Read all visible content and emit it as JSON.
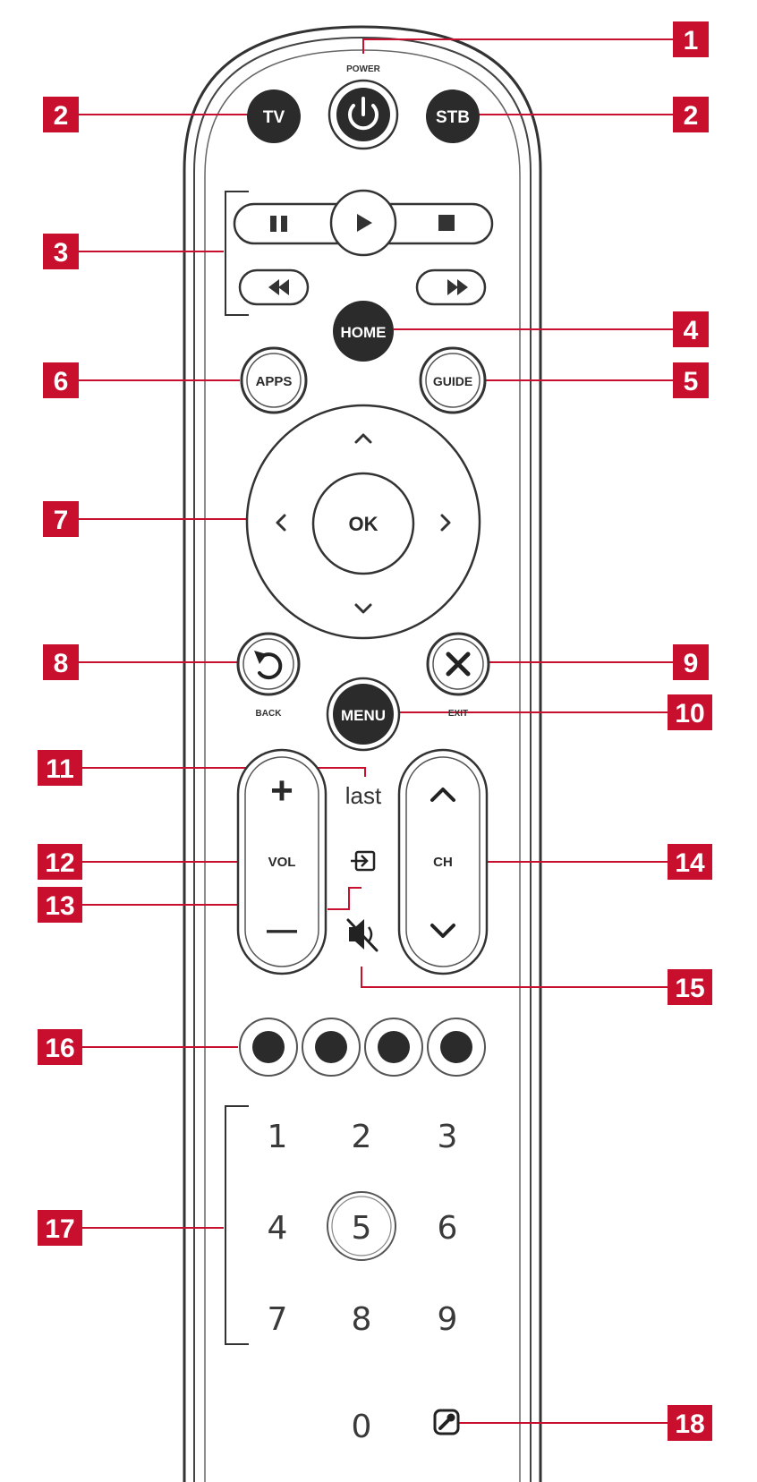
{
  "remote": {
    "power_label": "POWER",
    "tv_label": "TV",
    "stb_label": "STB",
    "home_label": "HOME",
    "apps_label": "APPS",
    "guide_label": "GUIDE",
    "ok_label": "OK",
    "back_label": "BACK",
    "exit_label": "EXIT",
    "menu_label": "MENU",
    "last_label": "last",
    "vol_label": "VOL",
    "ch_label": "CH",
    "vol_plus": "+",
    "vol_minus": "—",
    "digits": [
      "1",
      "2",
      "3",
      "4",
      "5",
      "6",
      "7",
      "8",
      "9",
      "0"
    ]
  },
  "callouts": [
    "1",
    "2",
    "2",
    "3",
    "4",
    "5",
    "6",
    "7",
    "8",
    "9",
    "10",
    "11",
    "12",
    "13",
    "14",
    "15",
    "16",
    "17",
    "18"
  ],
  "colors": {
    "callout_red": "#c8102e",
    "button_dark": "#2b2b2b",
    "outline": "#333333"
  }
}
